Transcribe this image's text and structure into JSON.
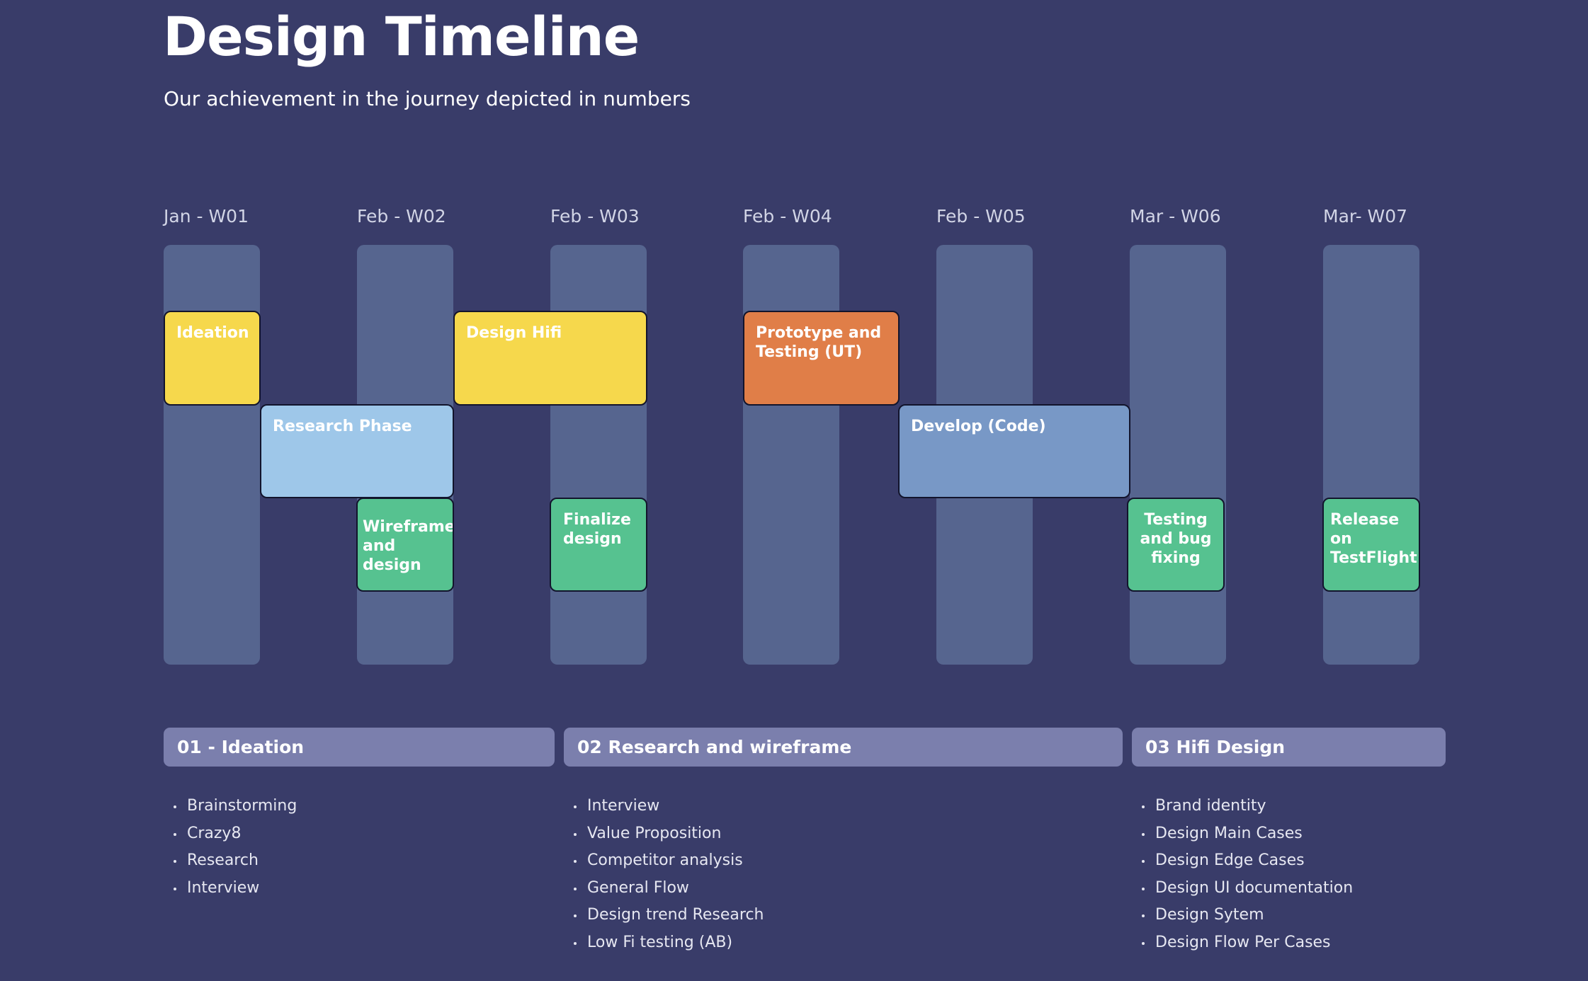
{
  "header": {
    "title": "Design Timeline",
    "subtitle": "Our achievement in the journey depicted in numbers"
  },
  "weeks": [
    "Jan - W01",
    "Feb - W02",
    "Feb - W03",
    "Feb - W04",
    "Feb - W05",
    "Mar - W06",
    "Mar- W07"
  ],
  "tasks": [
    {
      "label": "Ideation",
      "color": "#f6d84c"
    },
    {
      "label": "Design Hifi",
      "color": "#f6d84c"
    },
    {
      "label": "Prototype  and\nTesting (UT)",
      "color": "#e07e48"
    },
    {
      "label": "Research Phase",
      "color": "#9ec7e9"
    },
    {
      "label": "Develop (Code)",
      "color": "#7898c6"
    },
    {
      "label": "Wireframe\nand\ndesign",
      "color": "#56c290"
    },
    {
      "label": "Finalize\ndesign",
      "color": "#56c290"
    },
    {
      "label": "Testing\nand bug\nfixing",
      "color": "#56c290"
    },
    {
      "label": "Release\non\nTestFlight",
      "color": "#56c290"
    }
  ],
  "phases": [
    {
      "title": "01 - Ideation",
      "items": [
        "Brainstorming",
        "Crazy8",
        "Research",
        "Interview"
      ]
    },
    {
      "title": "02  Research and wireframe",
      "items": [
        "Interview",
        "Value Proposition",
        "Competitor analysis",
        "General Flow",
        "Design trend Research",
        "Low Fi testing (AB)"
      ]
    },
    {
      "title": "03 Hifi Design",
      "items": [
        "Brand identity",
        "Design Main Cases",
        "Design Edge Cases",
        "Design UI documentation",
        "Design Sytem",
        "Design Flow Per Cases"
      ]
    }
  ],
  "colors": {
    "background": "#393c69",
    "column": "#56658f",
    "phase_bar": "#7b7fad"
  }
}
